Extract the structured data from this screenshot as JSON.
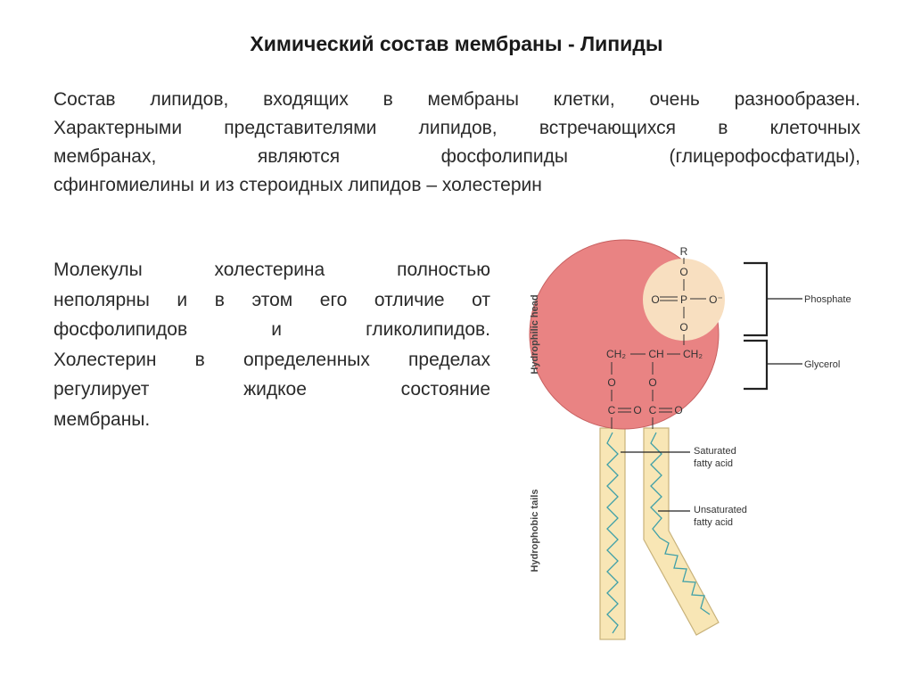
{
  "title": "Химический состав мембраны - Липиды",
  "intro_lines": [
    "Состав липидов, входящих в мембраны клетки, очень разнообразен.",
    "Характерными представителями липидов, встречающихся в клеточных",
    "мембранах, являются фосфолипиды (глицерофосфатиды),",
    "сфингомиелины и из стероидных липидов – холестерин"
  ],
  "chol_lines": [
    "Молекулы холестерина полностью",
    "неполярны и в этом его отличие от",
    "фосфолипидов и гликолипидов.",
    "Холестерин в определенных пределах",
    "регулирует жидкое состояние",
    "мембраны."
  ],
  "diagram": {
    "head_side_label": "Hydrophilic head",
    "tails_side_label": "Hydrophobic tails",
    "labels": {
      "phosphate": "Phosphate",
      "glycerol": "Glycerol",
      "saturated_1": "Saturated",
      "saturated_2": "fatty acid",
      "unsaturated_1": "Unsaturated",
      "unsaturated_2": "fatty acid"
    },
    "chem": {
      "r": "R",
      "o": "O",
      "o_minus": "O⁻",
      "p": "P",
      "ch2": "CH₂",
      "ch": "CH",
      "c": "C"
    },
    "colors": {
      "head": "#e98383",
      "phosphate_circle": "#f8dfc0",
      "tail_fill": "#f8e6b5",
      "tail_stroke": "#c8b27a",
      "zigzag": "#3fa0a8"
    }
  }
}
